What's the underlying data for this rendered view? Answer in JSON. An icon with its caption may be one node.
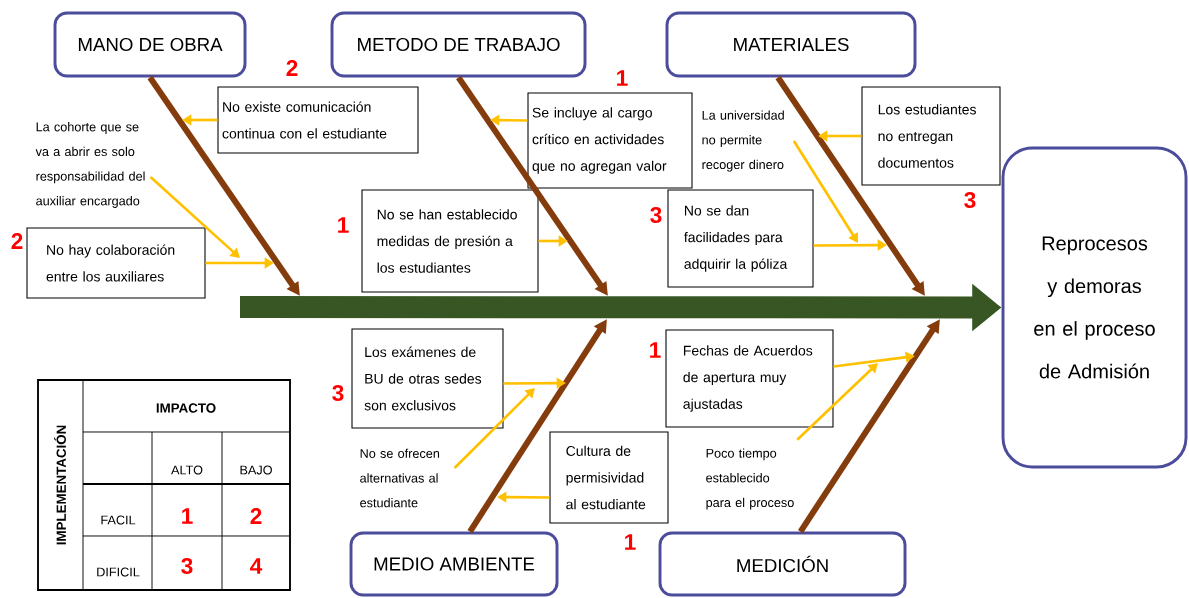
{
  "diagram": {
    "nodes": [
      {
        "text": [
          "MANO DE OBRA"
        ]
      },
      {
        "text": [
          "METODO DE TRABAJO"
        ]
      },
      {
        "text": [
          "MATERIALES"
        ]
      },
      {
        "text": [
          "No existe comunicación continua con el estudiante"
        ],
        "beside": [
          "2"
        ]
      },
      {
        "text": [
          "Se incluye al cargo crítico en actividades que no agregan valor"
        ],
        "beside": [
          "1"
        ]
      },
      {
        "text": [
          "La universidad no permite recoger dinero"
        ]
      },
      {
        "text": [
          "Los estudiantes no entregan documentos"
        ],
        "beside": [
          "3"
        ]
      },
      {
        "text": [
          "La cohorte que se va a abrir es solo responsabilidad del auxiliar encargado"
        ]
      },
      {
        "text": [
          "No se han establecido medidas de presión a los estudiantes"
        ],
        "beside": [
          "1"
        ]
      },
      {
        "text": [
          "No se dan facilidades para adquirir la póliza"
        ],
        "beside": [
          "3"
        ]
      },
      {
        "text": [
          "No hay colaboración entre los auxiliares"
        ],
        "beside": [
          "2"
        ]
      },
      {
        "text": [
          "Reprocesos y demoras en el proceso de Admisión"
        ]
      },
      {
        "text": [
          "Los exámenes de BU de otras sedes son exclusivos"
        ],
        "beside": [
          "3"
        ]
      },
      {
        "text": [
          "Fechas de Acuerdos de apertura muy ajustadas"
        ],
        "beside": [
          "1"
        ]
      },
      {
        "text": [
          "No se ofrecen alternativas al estudiante"
        ]
      },
      {
        "text": [
          "Cultura de permisividad al estudiante"
        ],
        "beside": [
          "1"
        ]
      },
      {
        "text": [
          "Poco tiempo establecido para el proceso"
        ]
      },
      {
        "text": [
          "MEDIO AMBIENTE"
        ]
      },
      {
        "text": [
          "MEDICIÓN"
        ]
      }
    ],
    "edges": [
      {
        "from": null,
        "to": 11,
        "arrow": "to",
        "style": "thick",
        "color": "#375623"
      },
      {
        "from": 0,
        "to": null,
        "arrow": "to",
        "style": "thick",
        "color": "#843c0c"
      },
      {
        "from": 1,
        "to": null,
        "arrow": "to",
        "style": "thick",
        "color": "#843c0c"
      },
      {
        "from": 2,
        "to": null,
        "arrow": "to",
        "style": "thick",
        "color": "#843c0c"
      },
      {
        "from": 17,
        "to": null,
        "arrow": "to",
        "style": "thick",
        "color": "#843c0c"
      },
      {
        "from": 18,
        "to": null,
        "arrow": "to",
        "style": "thick",
        "color": "#843c0c"
      },
      {
        "from": 3,
        "to": null,
        "arrow": "to"
      },
      {
        "from": 4,
        "to": null,
        "arrow": "to"
      },
      {
        "from": 6,
        "to": null,
        "arrow": "to"
      },
      {
        "from": 8,
        "to": null,
        "arrow": "to"
      },
      {
        "from": 9,
        "to": null,
        "arrow": "to"
      },
      {
        "from": 5,
        "to": null,
        "arrow": "to"
      },
      {
        "from": 10,
        "to": null,
        "arrow": "to"
      },
      {
        "from": 7,
        "to": null,
        "arrow": "to"
      },
      {
        "from": 12,
        "to": null,
        "arrow": "to"
      },
      {
        "from": 14,
        "to": null,
        "arrow": "to"
      },
      {
        "from": 15,
        "to": null,
        "arrow": "to"
      },
      {
        "from": 13,
        "to": null,
        "arrow": "to"
      },
      {
        "from": 16,
        "to": null,
        "arrow": "to"
      }
    ],
    "labels": [
      "IMPLEMENTACIÓN",
      "IMPACTO",
      "ALTO",
      "BAJO",
      "FACIL",
      "1",
      "2",
      "DIFICIL",
      "3",
      "4"
    ]
  }
}
